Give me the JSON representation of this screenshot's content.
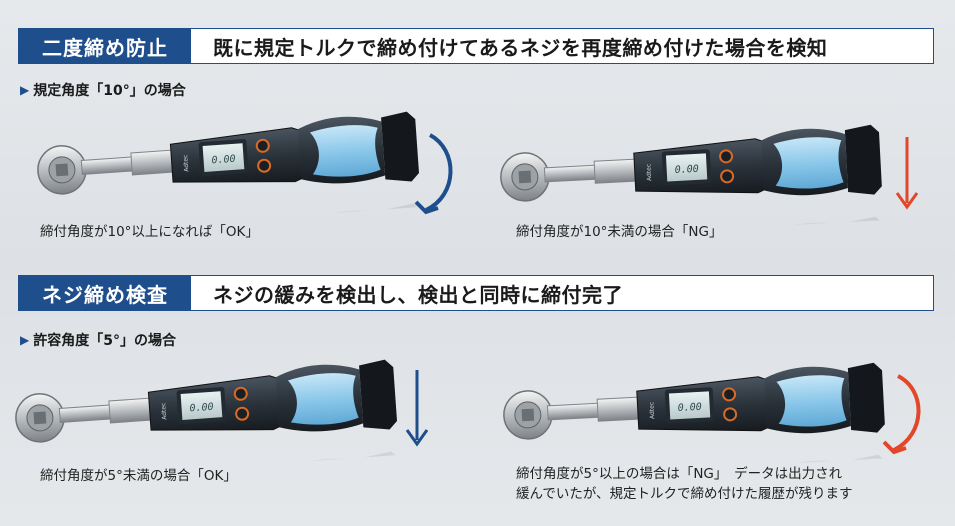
{
  "section1": {
    "tag": "二度締め防止",
    "description": "既に規定トルクで締め付けてあるネジを再度締め付けた場合を検知",
    "subheading": "規定角度「10°」の場合",
    "panel_left": {
      "caption": "締付角度が10°以上になれば「OK」"
    },
    "panel_right": {
      "caption": "締付角度が10°未満の場合「NG」"
    }
  },
  "section2": {
    "tag": "ネジ締め検査",
    "description": "ネジの緩みを検出し、検出と同時に締付完了",
    "subheading": "許容角度「5°」の場合",
    "panel_left": {
      "caption": "締付角度が5°未満の場合「OK」"
    },
    "panel_right": {
      "caption_line1": "締付角度が5°以上の場合は「NG」　データは出力され",
      "caption_line2": "緩んでいたが、規定トルクで締め付けた履歴が残ります"
    }
  },
  "wrench": {
    "brand": "Adtec",
    "display": "0.00"
  },
  "colors": {
    "banner": "#1f4e8c",
    "arrow_blue": "#1f4e8c",
    "arrow_red": "#e2472b",
    "grip_blue": "#8cc8ea"
  }
}
